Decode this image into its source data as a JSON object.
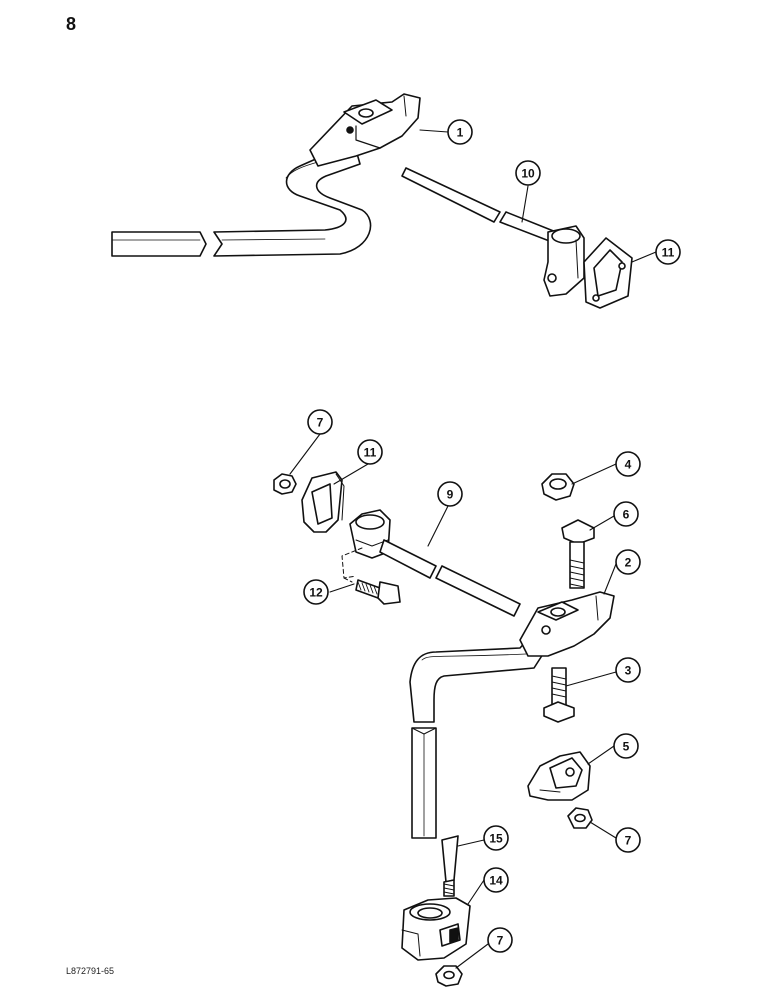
{
  "page": {
    "number": "8",
    "figure_code": "L872791-65"
  },
  "callouts": [
    {
      "label": "1"
    },
    {
      "label": "10"
    },
    {
      "label": "11"
    },
    {
      "label": "7"
    },
    {
      "label": "11"
    },
    {
      "label": "4"
    },
    {
      "label": "9"
    },
    {
      "label": "6"
    },
    {
      "label": "12"
    },
    {
      "label": "2"
    },
    {
      "label": "3"
    },
    {
      "label": "5"
    },
    {
      "label": "7"
    },
    {
      "label": "15"
    },
    {
      "label": "14"
    },
    {
      "label": "7"
    }
  ]
}
